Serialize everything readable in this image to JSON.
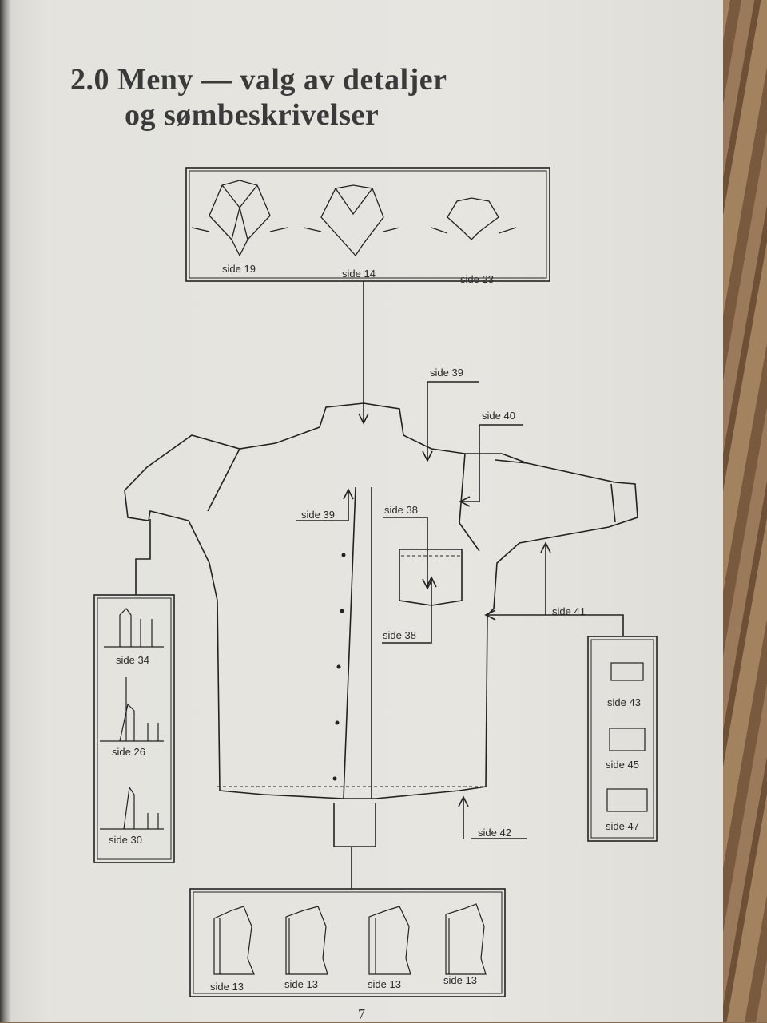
{
  "title": {
    "line1": "2.0 Meny — valg av detaljer",
    "line2": "og sømbeskrivelser"
  },
  "collar_box": {
    "labels": [
      "side 19",
      "side 14",
      "side 23"
    ]
  },
  "shirt_labels": {
    "shoulder_seam": "side 39",
    "sleeve_seam": "side 40",
    "front_band": "side 39",
    "pocket_top": "side 38",
    "pocket_bottom": "side 38",
    "side_seam": "side 41",
    "hem": "side 42"
  },
  "sleeve_box": {
    "labels": [
      "side 34",
      "side 26",
      "side 30"
    ]
  },
  "cuff_box": {
    "labels": [
      "side 43",
      "side 45",
      "side 47"
    ]
  },
  "front_box": {
    "labels": [
      "side 13",
      "side 13",
      "side 13",
      "side 13"
    ]
  },
  "page_number": "7"
}
